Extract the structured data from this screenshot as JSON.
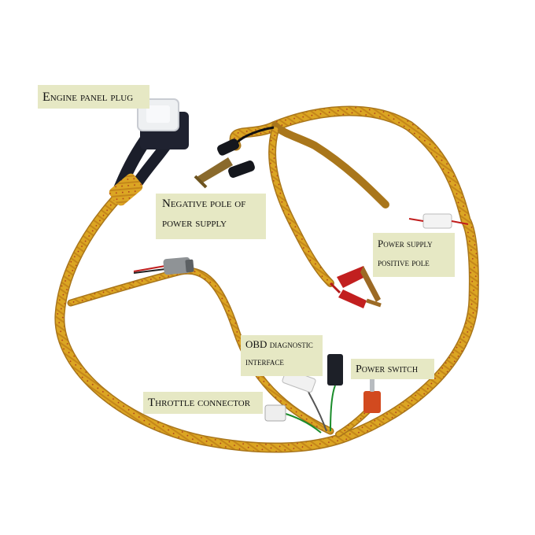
{
  "image": {
    "subject": "engine wiring harness",
    "background_color": "#ffffff",
    "harness_color": "#d9a21c"
  },
  "labels": {
    "engine_panel_plug": "Engine panel plug",
    "negative_pole_line1": "Negative pole of",
    "negative_pole_line2": "power supply",
    "power_positive_line1": "Power supply",
    "power_positive_line2": "positive pole",
    "obd_line1": "OBD diagnostic",
    "obd_line2": "interface",
    "power_switch": "Power switch",
    "throttle_connector": "Throttle connector"
  }
}
